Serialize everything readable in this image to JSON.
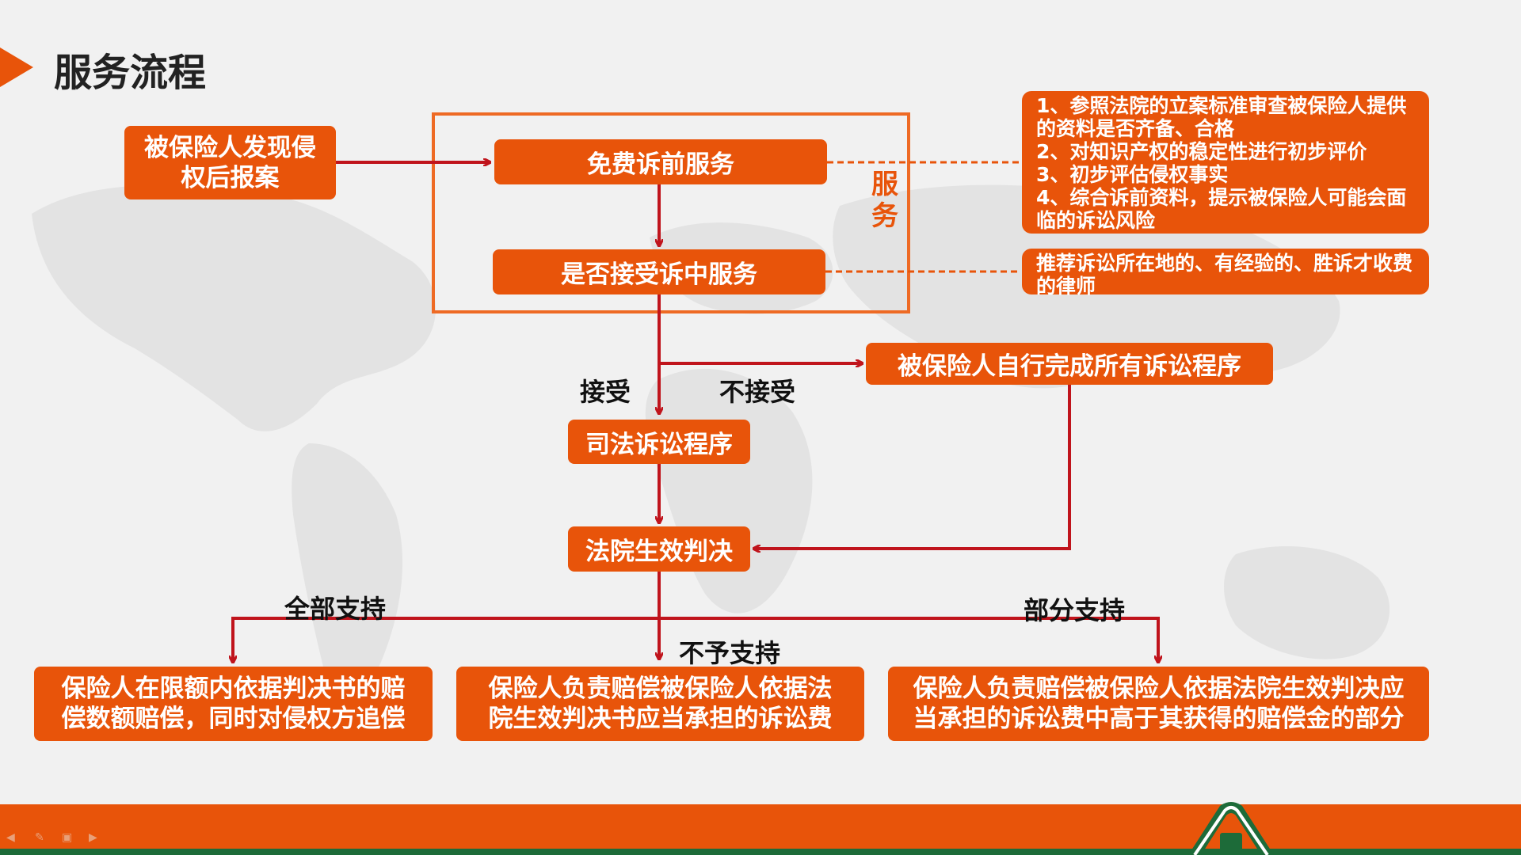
{
  "page_title": "服务流程",
  "service_label": "服务",
  "nodes": {
    "report": "被保险人发现侵权后报案",
    "free_service": "免费诉前服务",
    "accept_question": "是否接受诉中服务",
    "self_complete": "被保险人自行完成所有诉讼程序",
    "judicial": "司法诉讼程序",
    "judgment": "法院生效判决",
    "outcome_full": "保险人在限额内依据判决书的赔偿数额赔偿，同时对侵权方追偿",
    "outcome_none": "保险人负责赔偿被保险人依据法院生效判决书应当承担的诉讼费",
    "outcome_partial": "保险人负责赔偿被保险人依据法院生效判决应当承担的诉讼费中高于其获得的赔偿金的部分"
  },
  "notes": {
    "pre_service": [
      "1、参照法院的立案标准审查被保险人提供的资料是否齐备、合格",
      "2、对知识产权的稳定性进行初步评价",
      "3、初步评估侵权事实",
      "4、综合诉前资料，提示被保险人可能会面临的诉讼风险"
    ],
    "lawyer": "推荐诉讼所在地的、有经验的、胜诉才收费的律师"
  },
  "edge_labels": {
    "accept": "接受",
    "reject": "不接受",
    "full_support": "全部支持",
    "no_support": "不予支持",
    "partial_support": "部分支持"
  },
  "colors": {
    "accent": "#e8540a",
    "arrow": "#c0141c",
    "footer_green": "#1d6b39"
  }
}
